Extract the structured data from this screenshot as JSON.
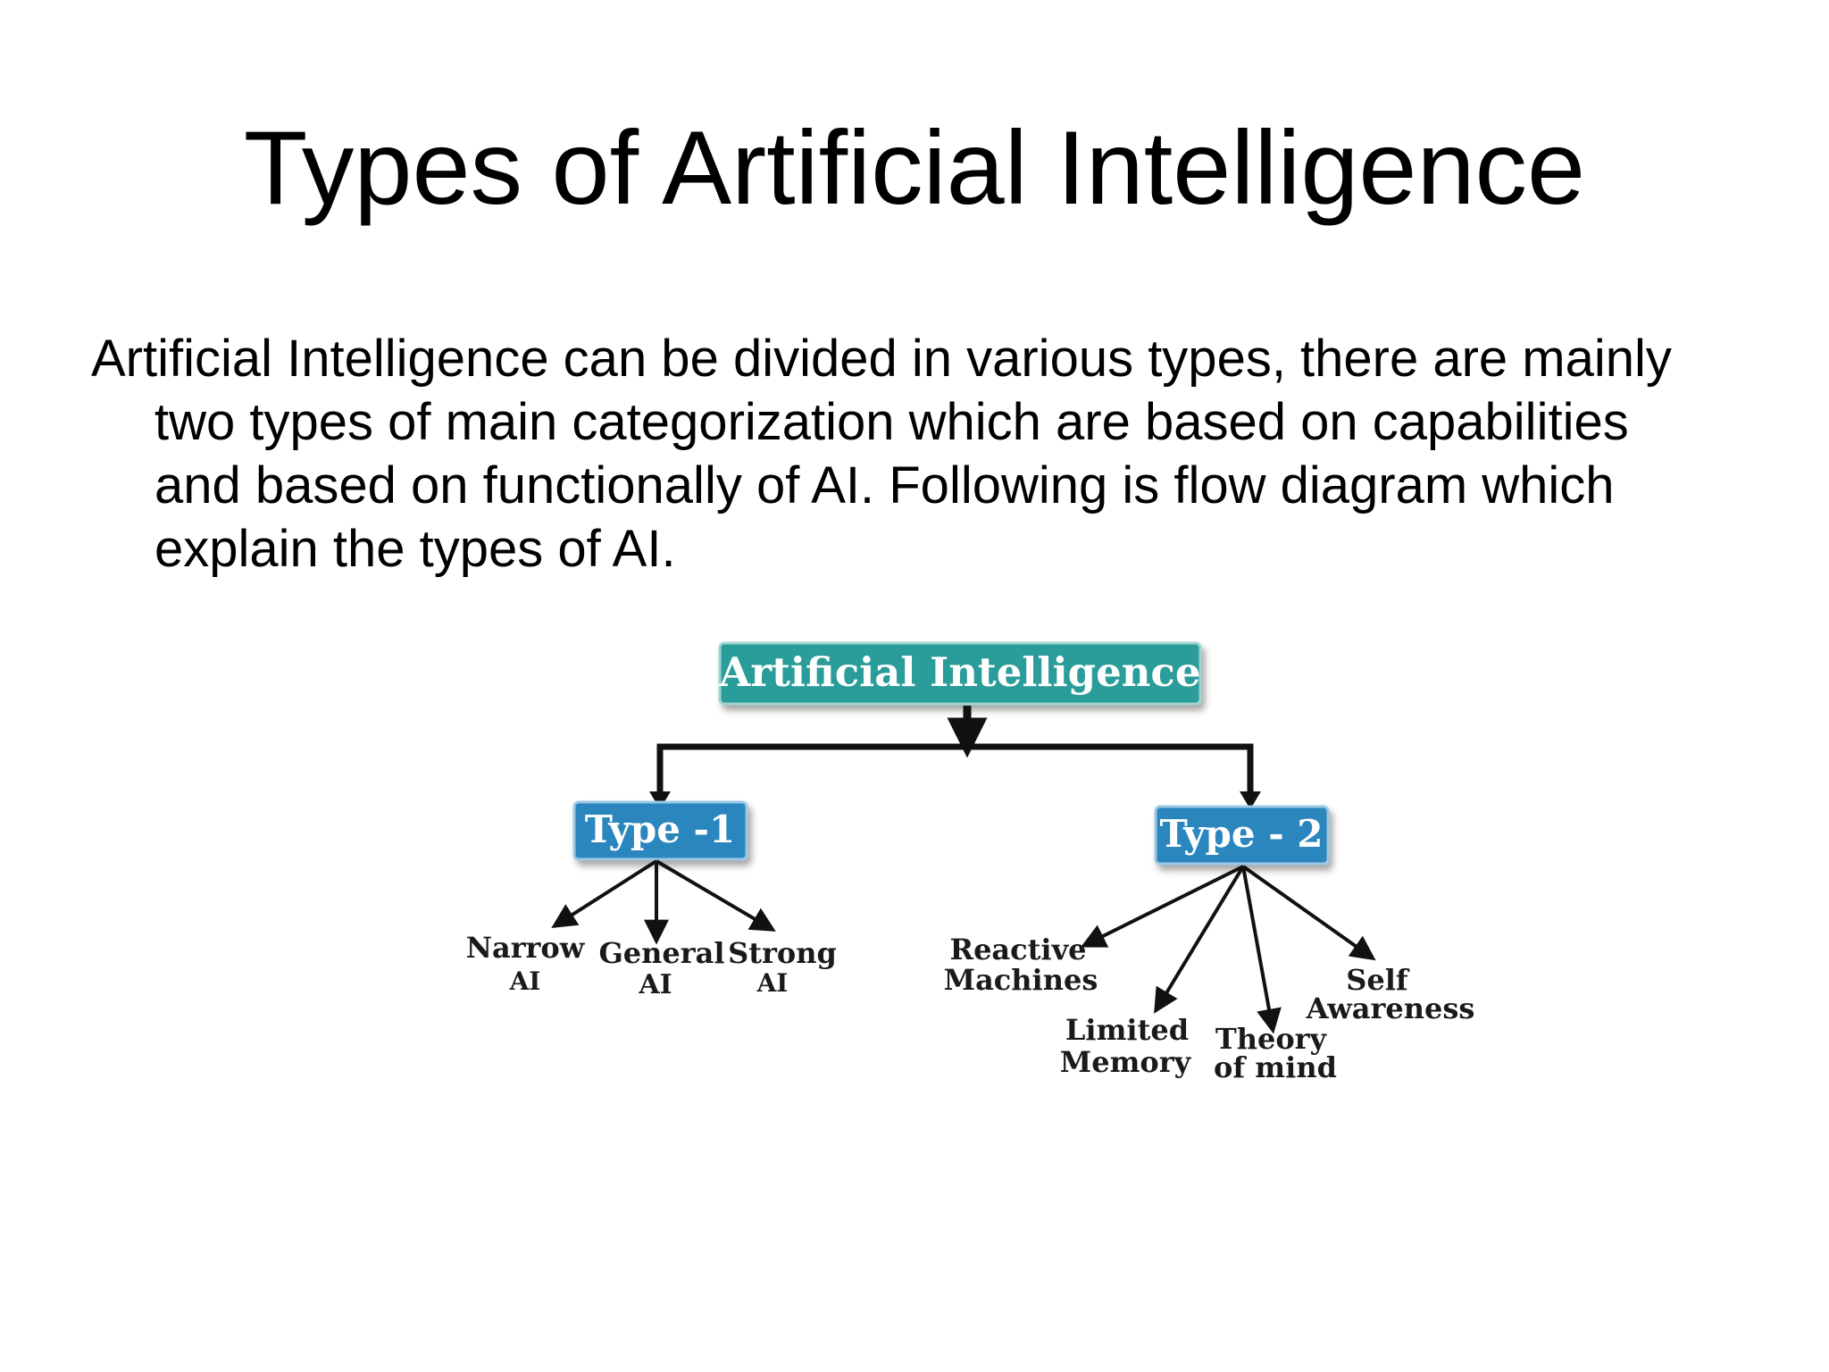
{
  "slide": {
    "title": "Types of Artificial Intelligence",
    "body": "Artificial Intelligence can be divided in various types, there are mainly two types of main categorization which are based on capabilities and based on functionally of AI. Following is flow diagram which explain the types of AI."
  },
  "diagram": {
    "root": {
      "label": "Artificial Intelligence",
      "color": "#2a9c9a"
    },
    "type1": {
      "label": "Type -1",
      "color": "#2a86bd",
      "children": [
        {
          "line1": "Narrow",
          "line2": "AI"
        },
        {
          "line1": "General",
          "line2": "AI"
        },
        {
          "line1": "Strong",
          "line2": "AI"
        }
      ]
    },
    "type2": {
      "label": "Type - 2",
      "color": "#2a86bd",
      "children": [
        {
          "line1": "Reactive",
          "line2": "Machines"
        },
        {
          "line1": "Limited",
          "line2": "Memory"
        },
        {
          "line1": "Theory",
          "line2": "of mind"
        },
        {
          "line1": "Self",
          "line2": "Awareness"
        }
      ]
    }
  }
}
